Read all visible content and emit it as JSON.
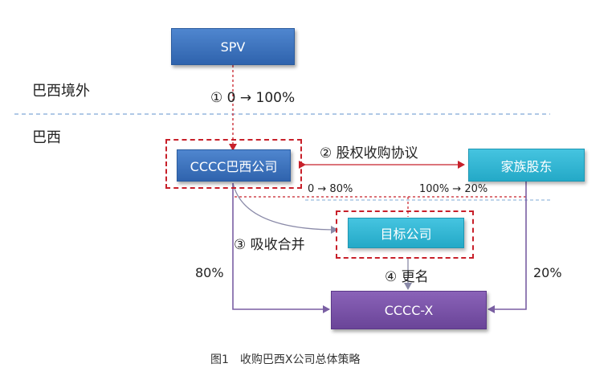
{
  "regions": {
    "offshore_label": "巴西境外",
    "brazil_label": "巴西"
  },
  "nodes": {
    "spv": "SPV",
    "cccc_brazil": "CCCC巴西公司",
    "family_shareholders": "家族股东",
    "target_company": "目标公司",
    "cccc_x": "CCCC-X"
  },
  "steps": {
    "step1": "① 0 → 100%",
    "step2": "② 股权收购协议",
    "step3": "③ 吸收合并",
    "step4": "④ 更名"
  },
  "ratios": {
    "cccc_to_target": "0 → 80%",
    "family_to_target": "100% → 20%",
    "cccc_to_x": "80%",
    "family_to_x": "20%"
  },
  "caption": "图1　收购巴西X公司总体策略",
  "colors": {
    "blue_box": "#3a6fbf",
    "cyan_box": "#2db4d2",
    "purple_box": "#7650a8",
    "red_dashed": "#c8202a",
    "purple_line": "#7a5fa3",
    "blue_dashed_separator": "#7fa8d6"
  }
}
